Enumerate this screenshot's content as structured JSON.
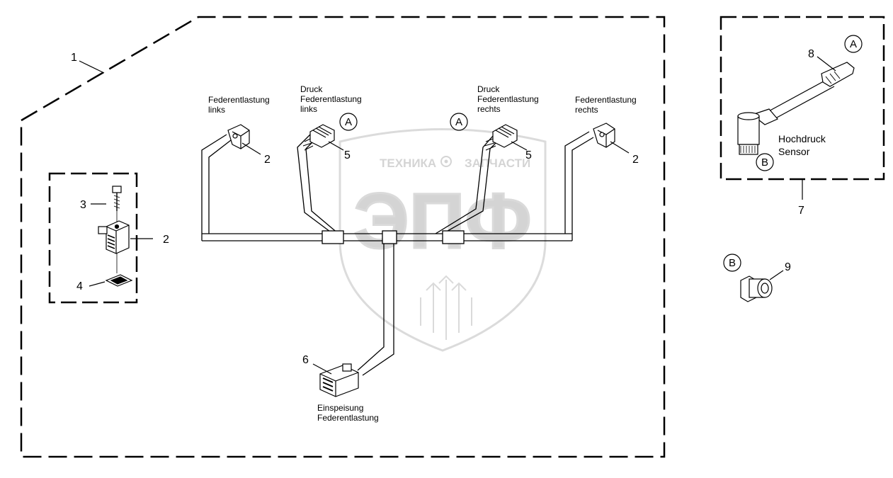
{
  "watermark": {
    "top_text_left": "ТЕХНИКА",
    "top_text_right": "ЗАПЧАСТИ",
    "logo_letters": "ЭПФ"
  },
  "labels": {
    "federentlastung_links": [
      "Federentlastung",
      "links"
    ],
    "druck_links": [
      "Druck",
      "Federentlastung",
      "links"
    ],
    "druck_rechts": [
      "Druck",
      "Federentlastung",
      "rechts"
    ],
    "federentlastung_rechts": [
      "Federentlastung",
      "rechts"
    ],
    "einspeisung": [
      "Einspeisung",
      "Federentlastung"
    ],
    "hochdruck": [
      "Hochdruck",
      "Sensor"
    ]
  },
  "callouts": {
    "n1": "1",
    "n2_left_harness": "2",
    "n2_right_harness": "2",
    "n2_detail": "2",
    "n3": "3",
    "n4": "4",
    "n5_left": "5",
    "n5_right": "5",
    "n6": "6",
    "n7": "7",
    "n8": "8",
    "n9": "9"
  },
  "circle_refs": {
    "a_left": "A",
    "a_center": "A",
    "a_sensor": "A",
    "b_sensor": "B",
    "b_part9": "B"
  },
  "colors": {
    "line": "#000000",
    "watermark": "#d0d0d0"
  }
}
